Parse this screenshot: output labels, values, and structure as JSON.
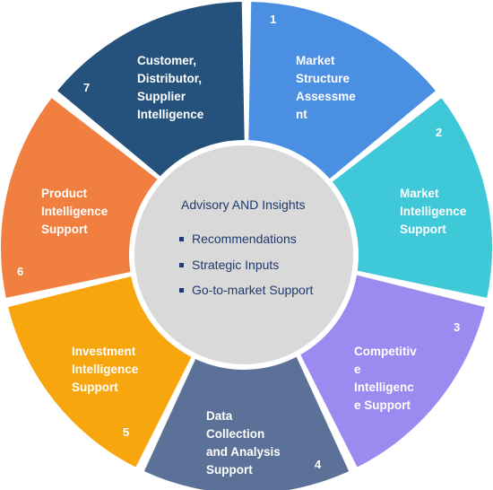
{
  "diagram": {
    "center": {
      "title": "Advisory AND Insights",
      "bullets": [
        "Recommendations",
        "Strategic Inputs",
        "Go-to-market Support"
      ]
    },
    "segments": [
      {
        "number": "1",
        "lines": [
          "Market",
          "Structure",
          "Assessme",
          "nt"
        ],
        "color": "#4b8fe2"
      },
      {
        "number": "2",
        "lines": [
          "Market",
          "Intelligence",
          "Support"
        ],
        "color": "#3fc8d8"
      },
      {
        "number": "3",
        "lines": [
          "Competitiv",
          "e",
          "Intelligenc",
          "e Support"
        ],
        "color": "#9c8af1"
      },
      {
        "number": "4",
        "lines": [
          "Data",
          "Collection",
          "and Analysis",
          "Support"
        ],
        "color": "#5b7197"
      },
      {
        "number": "5",
        "lines": [
          "Investment",
          "Intelligence",
          "Support"
        ],
        "color": "#f8a60e"
      },
      {
        "number": "6",
        "lines": [
          "Product",
          "Intelligence",
          "Support"
        ],
        "color": "#f07f40"
      },
      {
        "number": "7",
        "lines": [
          "Customer,",
          "Distributor,",
          "Supplier",
          "Intelligence"
        ],
        "color": "#24527c"
      }
    ]
  }
}
